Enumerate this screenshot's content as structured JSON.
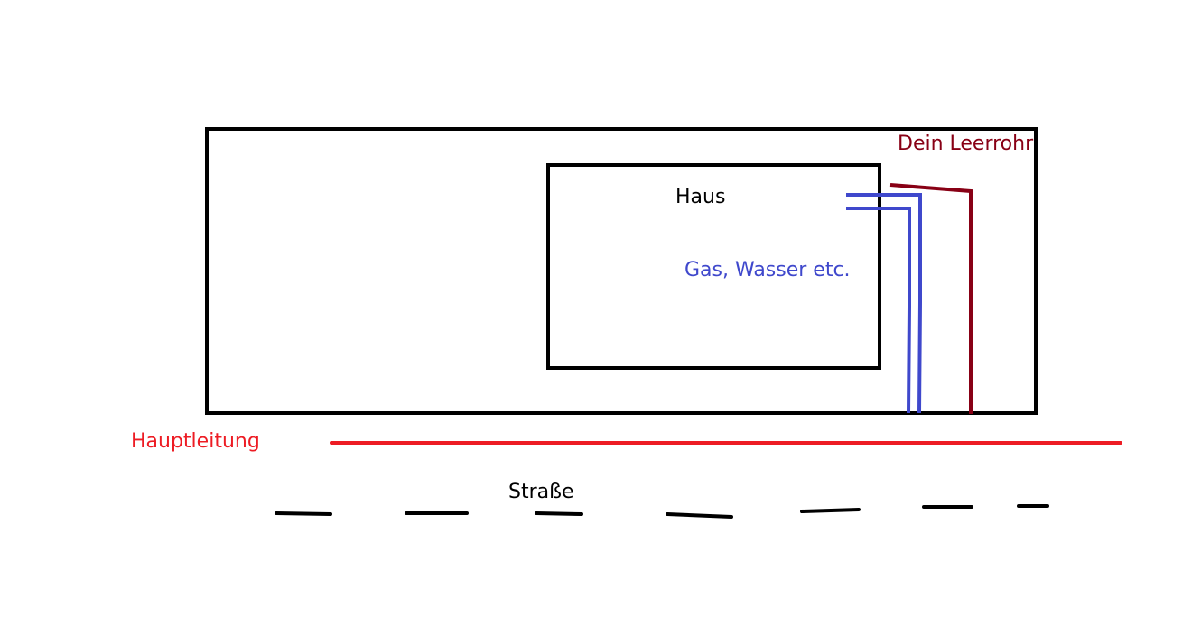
{
  "labels": {
    "haus": "Haus",
    "utilities": "Gas, Wasser etc.",
    "conduit": "Dein Leerrohr",
    "main_line": "Hauptleitung",
    "street": "Straße"
  },
  "colors": {
    "outline": "#000000",
    "utilities": "#3f48cc",
    "conduit": "#880015",
    "main_line": "#ed1c24",
    "street": "#000000",
    "text_default": "#000000"
  }
}
